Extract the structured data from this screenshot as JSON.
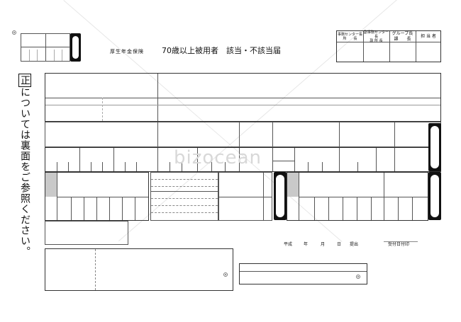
{
  "header": {
    "pension_label": "厚生年金保険",
    "form_title": "70歳以上被用者　該当・不該当届"
  },
  "side_note": {
    "boxed_char": "正",
    "text": "については裏面をご参照ください。"
  },
  "approval_table": {
    "headers": [
      "事務センター長\n所　　長",
      "副事務センター長\n副 所 長",
      "グループ長\n課　　長",
      "担 当 者"
    ]
  },
  "submission": {
    "era": "平成",
    "year": "年",
    "month": "月",
    "day": "日",
    "submitted": "提出",
    "received_date": "受付日付印"
  },
  "watermark": "bizocean"
}
